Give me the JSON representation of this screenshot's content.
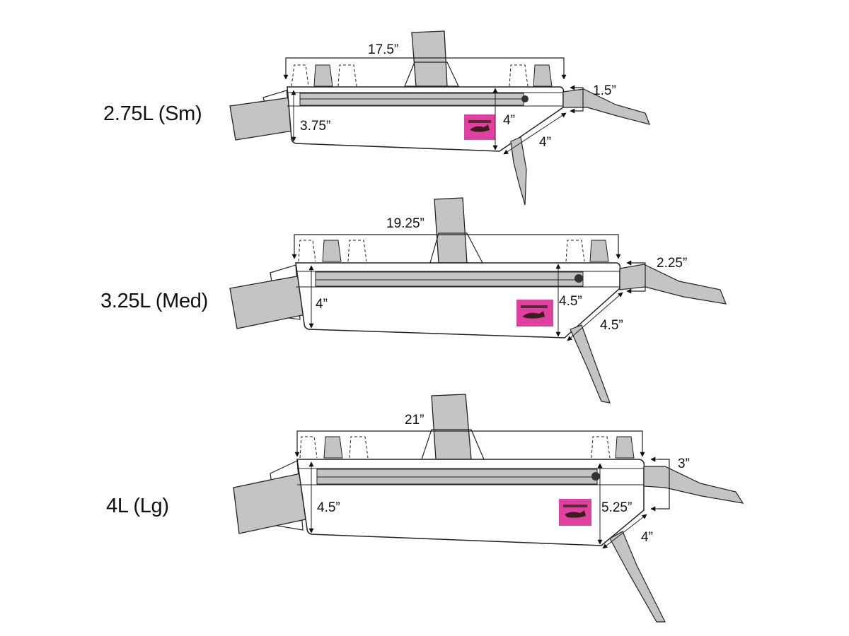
{
  "diagram": {
    "title": "Frame bag size chart",
    "colors": {
      "strap": "#c4c4c4",
      "outline": "#222222",
      "label_patch": "#e0409f",
      "bag_fill": "#ffffff"
    },
    "label_patch": {
      "text": "brand logo",
      "icon": "fox-icon"
    },
    "bags": [
      {
        "size_label": "2.75L (Sm)",
        "top_length": "17.5”",
        "rear_height": "3.75”",
        "front_height": "4”",
        "head_tube_strap_width": "1.5”",
        "down_tube_length": "4”"
      },
      {
        "size_label": "3.25L (Med)",
        "top_length": "19.25”",
        "rear_height": "4”",
        "front_height": "4.5”",
        "head_tube_strap_width": "2.25”",
        "down_tube_length": "4.5”"
      },
      {
        "size_label": "4L (Lg)",
        "top_length": "21”",
        "rear_height": "4.5”",
        "front_height": "5.25”",
        "head_tube_strap_width": "3”",
        "down_tube_length": "4”"
      }
    ]
  }
}
